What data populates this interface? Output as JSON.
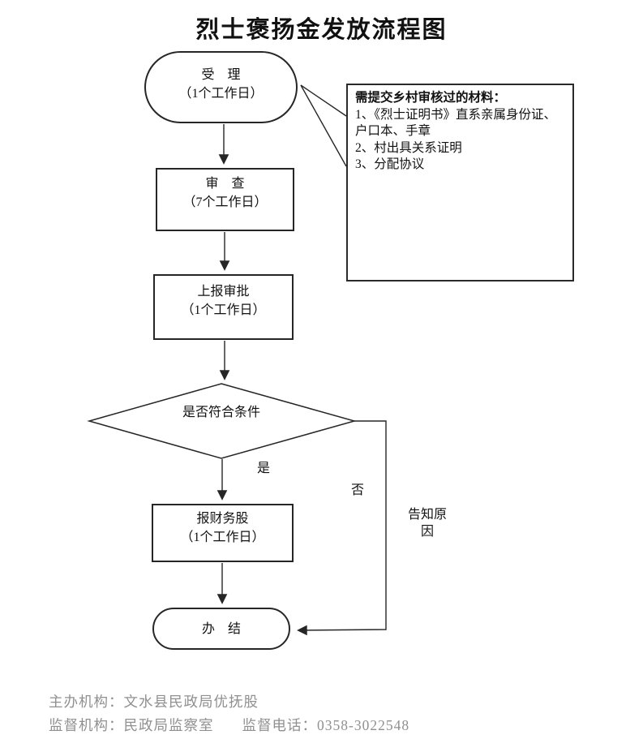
{
  "title": "烈士褒扬金发放流程图",
  "nodes": {
    "accept": {
      "line1": "受　理",
      "line2": "（1个工作日）"
    },
    "review": {
      "line1": "审　查",
      "line2": "（7个工作日）"
    },
    "report": {
      "line1": "上报审批",
      "line2": "（1个工作日）"
    },
    "decision": {
      "label": "是否符合条件"
    },
    "finance": {
      "line1": "报财务股",
      "line2": "（1个工作日）"
    },
    "complete": {
      "label": "办　结"
    }
  },
  "callout": {
    "title": "需提交乡村审核过的材料：",
    "items": [
      "1、《烈士证明书》直系亲属身份证、户口本、手章",
      "2、村出具关系证明",
      "3、分配协议"
    ]
  },
  "labels": {
    "yes": "是",
    "no": "否",
    "notify": "告知原因"
  },
  "footer": {
    "host_label": "主办机构：",
    "host_value": "文水县民政局优抚股",
    "supervisor_label": "监督机构：",
    "supervisor_value": "民政局监察室",
    "phone_label": "监督电话：",
    "phone_value": "0358-3022548"
  },
  "colors": {
    "line": "#262626",
    "footer_text": "#909090",
    "background": "#ffffff"
  }
}
